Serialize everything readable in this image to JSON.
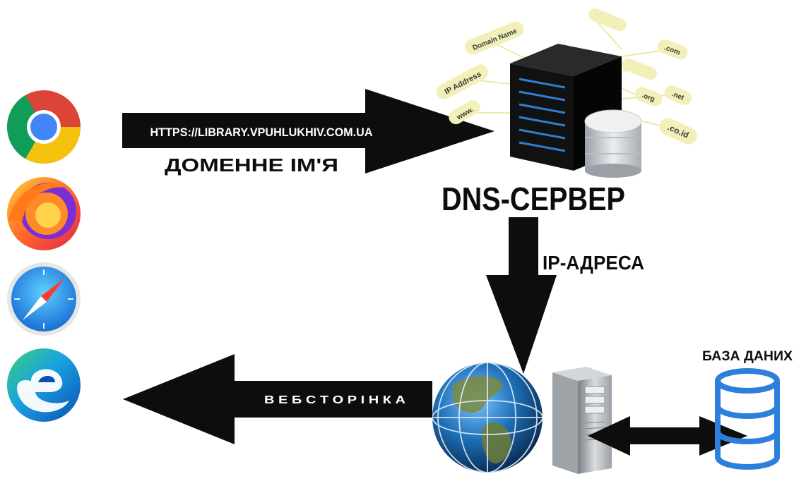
{
  "labels": {
    "url": "HTTPS://LIBRARY.VPUHLUKHIV.COM.UA",
    "domain_name": "ДОМЕННЕ ІМ'Я",
    "dns_server": "DNS-СЕРВЕР",
    "ip_address": "IP-АДРЕСА",
    "webpage": "В Е Б С Т О Р І Н К А",
    "database": "БАЗА ДАНИХ"
  },
  "dns_tags": [
    "Domain Name",
    "IP Address",
    "www.",
    ".com",
    ".org",
    ".net",
    ".co.id"
  ],
  "browsers": [
    "chrome-icon",
    "firefox-icon",
    "safari-icon",
    "edge-icon"
  ],
  "colors": {
    "arrow": "#0d0d0d",
    "tag": "#f2f0b8",
    "db_blue": "#2d7fdc",
    "globe_blue": "#1d6fb5"
  }
}
